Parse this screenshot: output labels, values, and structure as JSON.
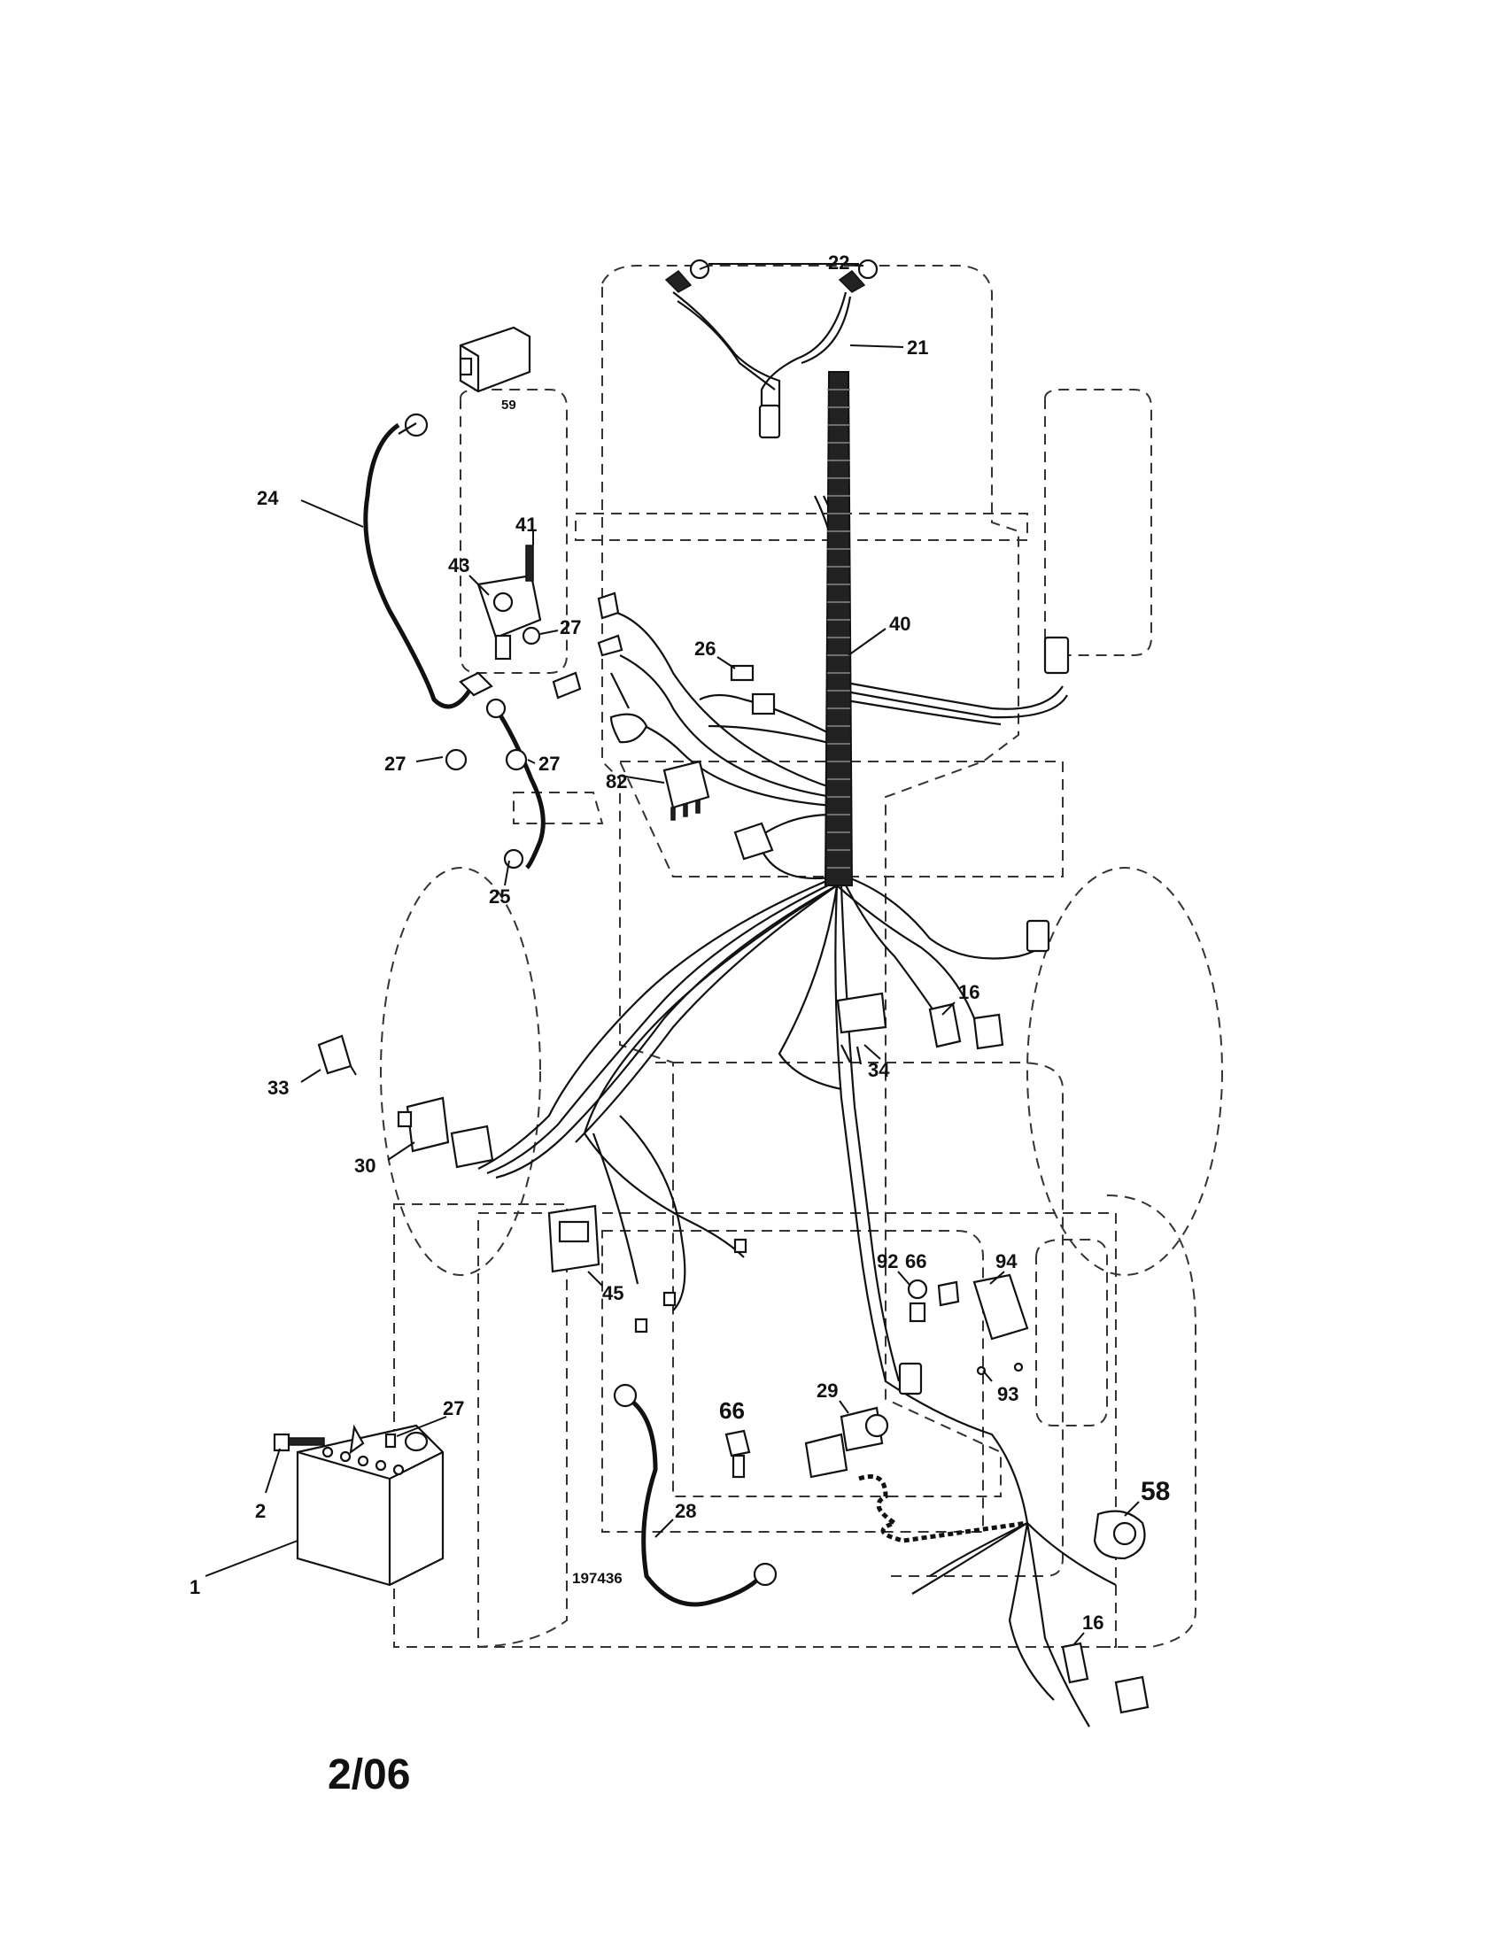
{
  "diagram": {
    "date_code": "2/06",
    "drawing_number": "197436",
    "callouts": {
      "c22": "22",
      "c21": "21",
      "c59": "59",
      "c24": "24",
      "c41": "41",
      "c43": "43",
      "c27a": "27",
      "c27b": "27",
      "c27c": "27",
      "c27d": "27",
      "c40": "40",
      "c26": "26",
      "c82": "82",
      "c25": "25",
      "c16a": "16",
      "c34": "34",
      "c33": "33",
      "c30": "30",
      "c45": "45",
      "c92": "92",
      "c66a": "66",
      "c94": "94",
      "c93": "93",
      "c29": "29",
      "c66b": "66",
      "c28": "28",
      "c58": "58",
      "c2": "2",
      "c1": "1",
      "c16b": "16"
    }
  }
}
